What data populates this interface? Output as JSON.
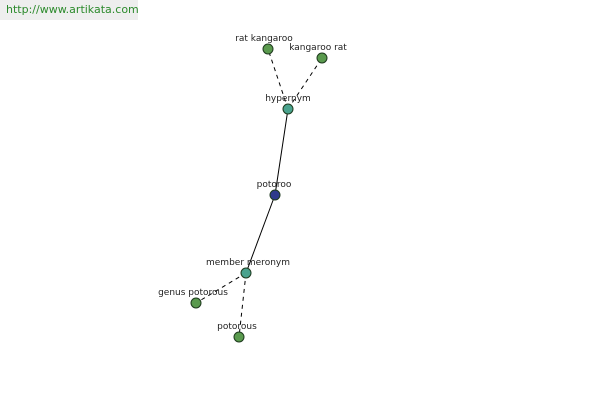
{
  "watermark": "http://www.artikata.com",
  "colors": {
    "background": "#ffffff",
    "leaf_fill": "#5a9a4e",
    "relation_fill": "#4aa38e",
    "center_fill": "#2e3a8c",
    "node_stroke": "#1e3a1e",
    "edge": "#000000",
    "label": "#222222",
    "watermark_text": "#2c8a2c",
    "watermark_bg": "#eeeeee"
  },
  "nodes": [
    {
      "id": "potoroo",
      "label": "potoroo",
      "kind": "center"
    },
    {
      "id": "hypernym",
      "label": "hypernym",
      "kind": "relation"
    },
    {
      "id": "member_meronym",
      "label": "member meronym",
      "kind": "relation"
    },
    {
      "id": "rat_kangaroo",
      "label": "rat kangaroo",
      "kind": "leaf"
    },
    {
      "id": "kangaroo_rat",
      "label": "kangaroo rat",
      "kind": "leaf"
    },
    {
      "id": "genus_potorous",
      "label": "genus potorous",
      "kind": "leaf"
    },
    {
      "id": "potorous",
      "label": "potorous",
      "kind": "leaf"
    }
  ],
  "edges": [
    {
      "from": "potoroo",
      "to": "hypernym",
      "style": "solid"
    },
    {
      "from": "potoroo",
      "to": "member_meronym",
      "style": "solid"
    },
    {
      "from": "hypernym",
      "to": "rat_kangaroo",
      "style": "dashed"
    },
    {
      "from": "hypernym",
      "to": "kangaroo_rat",
      "style": "dashed"
    },
    {
      "from": "member_meronym",
      "to": "genus_potorous",
      "style": "dashed"
    },
    {
      "from": "member_meronym",
      "to": "potorous",
      "style": "dashed"
    }
  ]
}
